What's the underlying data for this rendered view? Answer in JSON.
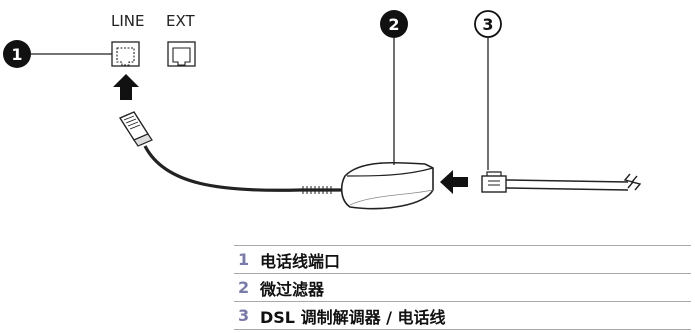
{
  "diagram": {
    "jack_labels": {
      "line": "LINE",
      "ext": "EXT"
    },
    "callouts": [
      {
        "number": "1"
      },
      {
        "number": "2"
      },
      {
        "number": "3"
      }
    ]
  },
  "legend": [
    {
      "number": "1",
      "text": "电话线端口"
    },
    {
      "number": "2",
      "text": "微过滤器"
    },
    {
      "number": "3",
      "text": "DSL 调制解调器 / 电话线"
    }
  ]
}
